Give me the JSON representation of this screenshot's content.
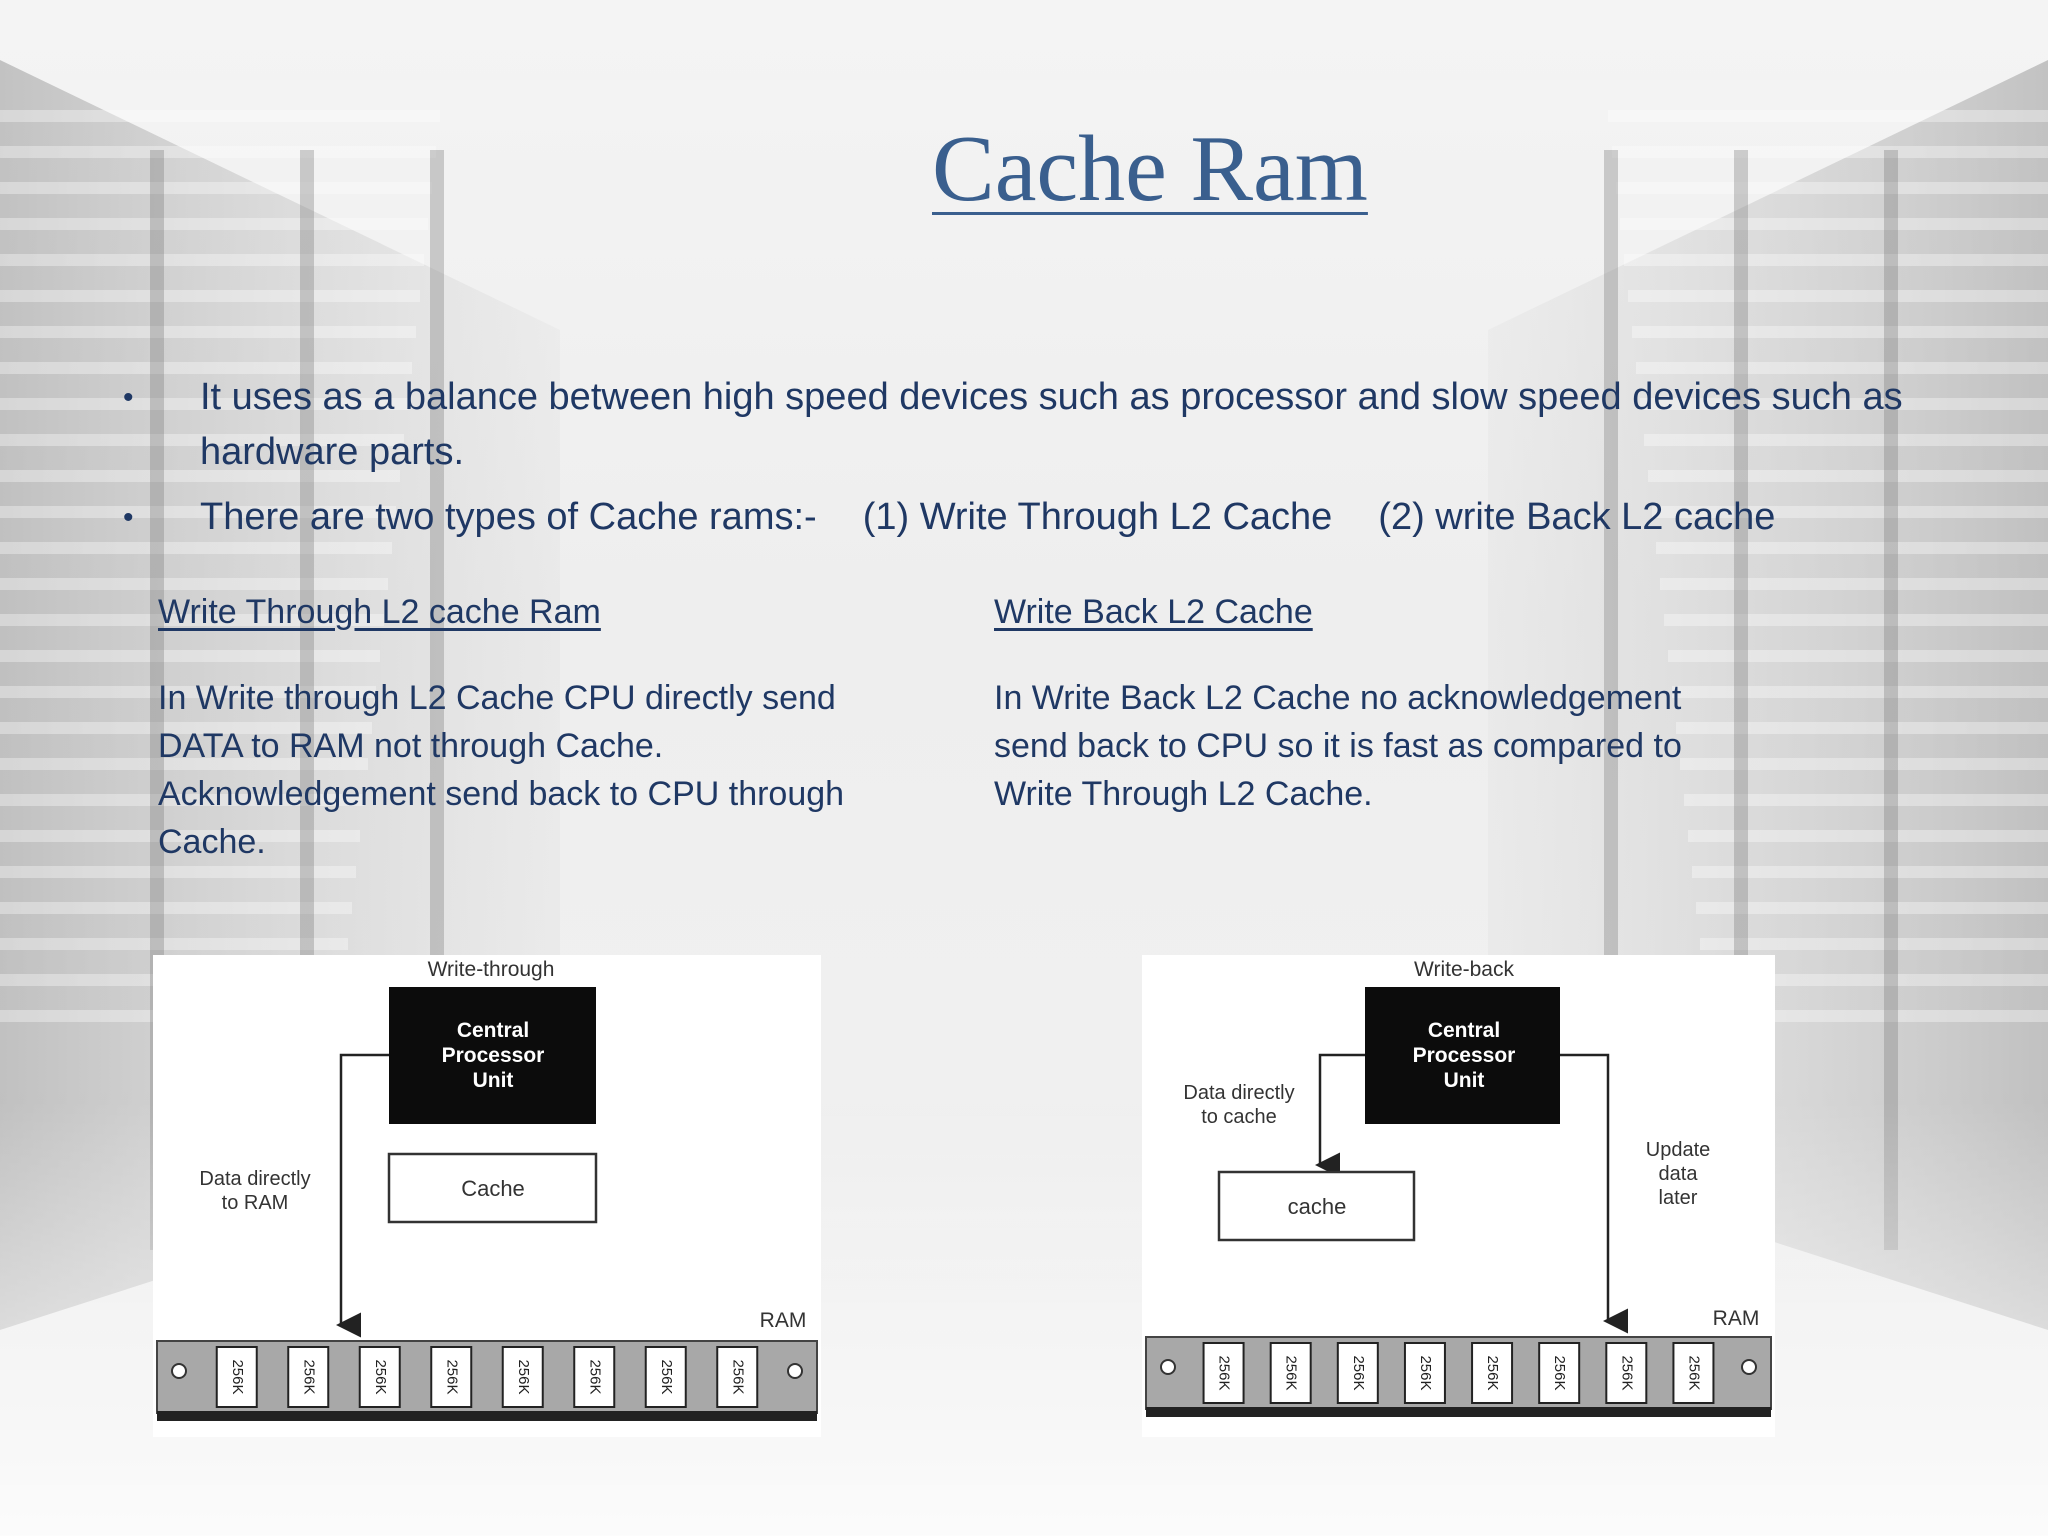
{
  "slide": {
    "title": "Cache Ram",
    "bullets": [
      {
        "text": "It uses as a balance between high speed devices such as processor and slow speed devices such as hardware parts."
      },
      {
        "lead": "There are two types of Cache rams:-",
        "type1": "(1) Write Through L2 Cache",
        "type2": "(2) write Back L2 cache"
      }
    ],
    "bullet_char": "•",
    "left_column": {
      "heading": "Write Through L2 cache Ram",
      "body": "In Write through L2 Cache CPU directly send DATA to RAM not through Cache. Acknowledgement send back to CPU through Cache."
    },
    "right_column": {
      "heading": "Write Back L2 Cache",
      "body": "In Write Back L2 Cache no acknowledgement send back to CPU so it is fast as compared to Write Through L2 Cache."
    },
    "diagram_write_through": {
      "caption": "Write-through",
      "cpu_line1": "Central",
      "cpu_line2": "Processor",
      "cpu_line3": "Unit",
      "cache_label": "Cache",
      "arrow_label_line1": "Data directly",
      "arrow_label_line2": "to RAM",
      "ram_label": "RAM",
      "chip_label": "256K"
    },
    "diagram_write_back": {
      "caption": "Write-back",
      "cpu_line1": "Central",
      "cpu_line2": "Processor",
      "cpu_line3": "Unit",
      "cache_label": "cache",
      "left_label_line1": "Data directly",
      "left_label_line2": "to cache",
      "right_label_line1": "Update",
      "right_label_line2": "data",
      "right_label_line3": "later",
      "ram_label": "RAM",
      "chip_label": "256K"
    }
  },
  "colors": {
    "title": "#3a5f8e",
    "text": "#1f3864"
  }
}
